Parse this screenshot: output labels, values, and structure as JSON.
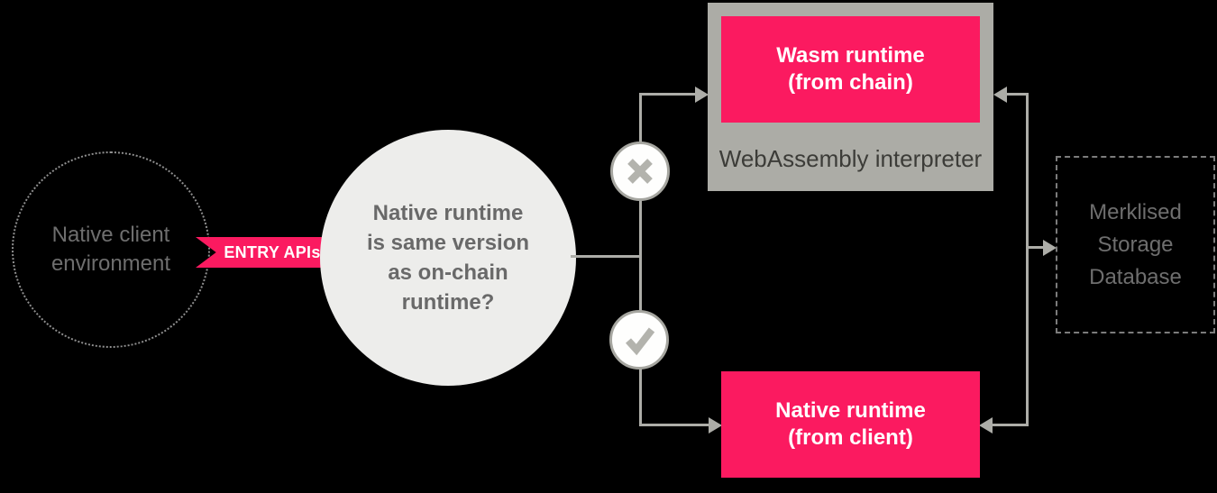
{
  "colors": {
    "background": "#000000",
    "accent_pink": "#FB1A60",
    "panel_gray": "#ACACA6",
    "circle_fill": "#EDEDEB",
    "line_gray": "#ADADA8",
    "muted_text": "#6E6E6E",
    "dark_text": "#3C3C38",
    "question_text": "#696969",
    "white": "#FFFFFF"
  },
  "nodes": {
    "client_environment": {
      "lines": [
        "Native client",
        "environment"
      ]
    },
    "entry_apis": {
      "label": "ENTRY APIs"
    },
    "decision": {
      "lines": [
        "Native runtime",
        "is same version",
        "as on-chain",
        "runtime?"
      ]
    },
    "wasm_runtime": {
      "title_lines": [
        "Wasm runtime",
        "(from chain)"
      ],
      "caption": "WebAssembly interpreter"
    },
    "native_runtime": {
      "title_lines": [
        "Native runtime",
        "(from client)"
      ]
    },
    "storage": {
      "lines": [
        "Merklised",
        "Storage",
        "Database"
      ]
    }
  },
  "icons": {
    "no_branch": "x-icon",
    "yes_branch": "check-icon"
  }
}
